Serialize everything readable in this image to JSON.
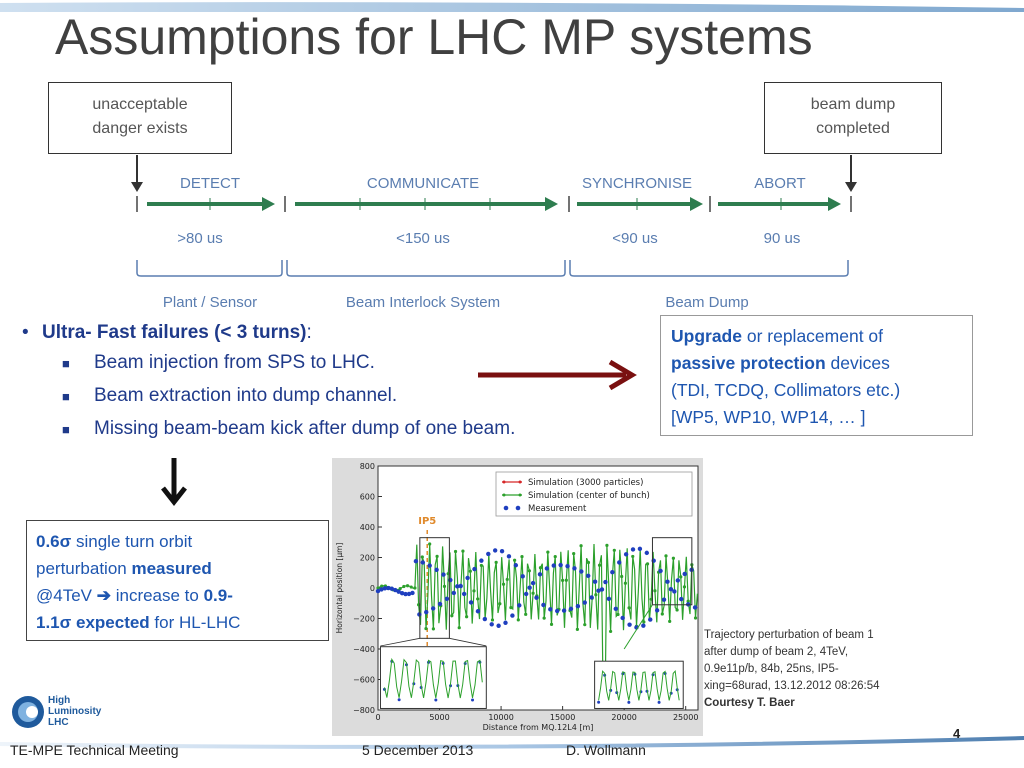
{
  "slide": {
    "title": "Assumptions for LHC MP systems",
    "colors": {
      "accent_blue": "#1e56b0",
      "bullet_text": "#1f3a8a",
      "arrow_red": "#7a1010",
      "arrow_green": "#2e7d4f",
      "timeline_blue": "#5a7db0"
    }
  },
  "timeline": {
    "start_box": [
      "unacceptable",
      "danger exists"
    ],
    "end_box": [
      "beam dump",
      "completed"
    ],
    "phases": [
      {
        "label": "DETECT",
        "time": ">80 us"
      },
      {
        "label": "COMMUNICATE",
        "time": "<150 us"
      },
      {
        "label": "SYNCHRONISE",
        "time": "<90 us"
      },
      {
        "label": "ABORT",
        "time": "90 us"
      }
    ],
    "groups": [
      "Plant / Sensor",
      "Beam Interlock System",
      "Beam Dump"
    ]
  },
  "bullets": {
    "main_bold": "Ultra- Fast failures (< 3 turns)",
    "main_rest": ":",
    "items": [
      "Beam injection from SPS to LHC.",
      "Beam extraction into dump channel.",
      "Missing beam-beam kick after dump of one beam."
    ]
  },
  "upgrade_box": {
    "w1": "Upgrade",
    "w2": " or replacement of",
    "w3": "passive protection",
    "w4": " devices",
    "line3": "(TDI, TCDQ, Collimators etc.)",
    "line4": "[WP5, WP10, WP14, … ]"
  },
  "orbit_box": {
    "a": "0.6σ",
    "b": " single turn orbit",
    "c": "perturbation ",
    "d": "measured",
    "e": "@4TeV ",
    "arrow": "➔",
    "f": " increase to ",
    "g": "0.9-",
    "h": "1.1σ expected",
    "i": " for HL-LHC"
  },
  "caption": {
    "lines": [
      "Trajectory perturbation of beam 1",
      "after dump of beam 2, 4TeV,",
      "0.9e11p/b, 84b, 25ns, IP5-",
      "xing=68urad, 13.12.2012 08:26:54"
    ],
    "credit": "Courtesy T. Baer"
  },
  "logo": {
    "l1": "High",
    "l2": "Luminosity",
    "l3": "LHC"
  },
  "footer": {
    "left": "TE-MPE Technical Meeting",
    "date": "5 December 2013",
    "author": "D. Wollmann",
    "page": "4"
  },
  "chart_data": {
    "type": "scatter",
    "xlabel": "Distance from MQ.12L4 [m]",
    "ylabel": "Horizontal position [μm]",
    "xlim": [
      0,
      26000
    ],
    "ylim": [
      -800,
      800
    ],
    "xticks": [
      0,
      5000,
      10000,
      15000,
      20000,
      25000
    ],
    "yticks": [
      800,
      600,
      400,
      200,
      0,
      -200,
      -400,
      -600,
      -800
    ],
    "annotation": "IP5",
    "annotation_x": 4000,
    "legend": [
      "Simulation (3000 particles)",
      "Simulation (center of bunch)",
      "Measurement"
    ],
    "legend_position": "top-right",
    "series_colors": [
      "#d62728",
      "#2ca02c",
      "#1f3fbf"
    ]
  }
}
